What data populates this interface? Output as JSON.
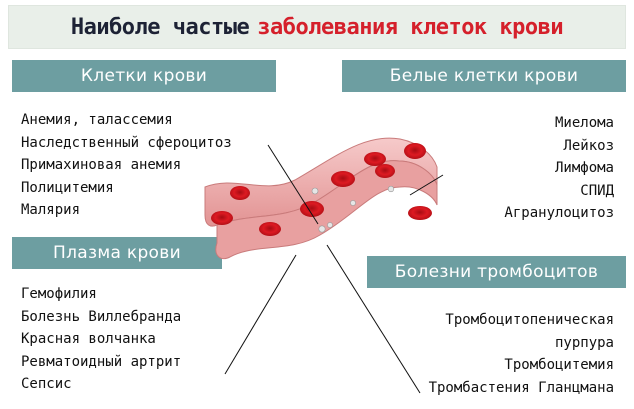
{
  "title": {
    "part1": "Наиболе частые",
    "part2": "заболевания клеток крови"
  },
  "sections": {
    "blood_cells": {
      "heading": "Клетки крови",
      "items": [
        "Анемия, талассемия",
        "Наследственный сфероцитоз",
        "Примахиновая анемия",
        "Полицитемия",
        "Малярия"
      ]
    },
    "white_cells": {
      "heading": "Белые клетки крови",
      "items": [
        "Миелома",
        "Лейкоз",
        "Лимфома",
        "СПИД",
        "Агранулоцитоз"
      ]
    },
    "plasma": {
      "heading": "Плазма крови",
      "items": [
        "Гемофилия",
        "Болезнь Виллебранда",
        "Красная волчанка",
        "Ревматоидный артрит",
        "Сепсис"
      ]
    },
    "platelets": {
      "heading": "Болезни тромбоцитов",
      "items": [
        "Тромбоцитопеническая",
        "пурпура",
        "Тромбоцитемия",
        "Тромбастения Гланцмана"
      ]
    }
  },
  "colors": {
    "heading_bg": "#6d9ea1",
    "title_red": "#d5202b",
    "title_dark": "#1d2235",
    "vessel_wall": "#e9a3a3",
    "red_cell": "#d7141e"
  },
  "illustration": "blood-vessel-icon"
}
